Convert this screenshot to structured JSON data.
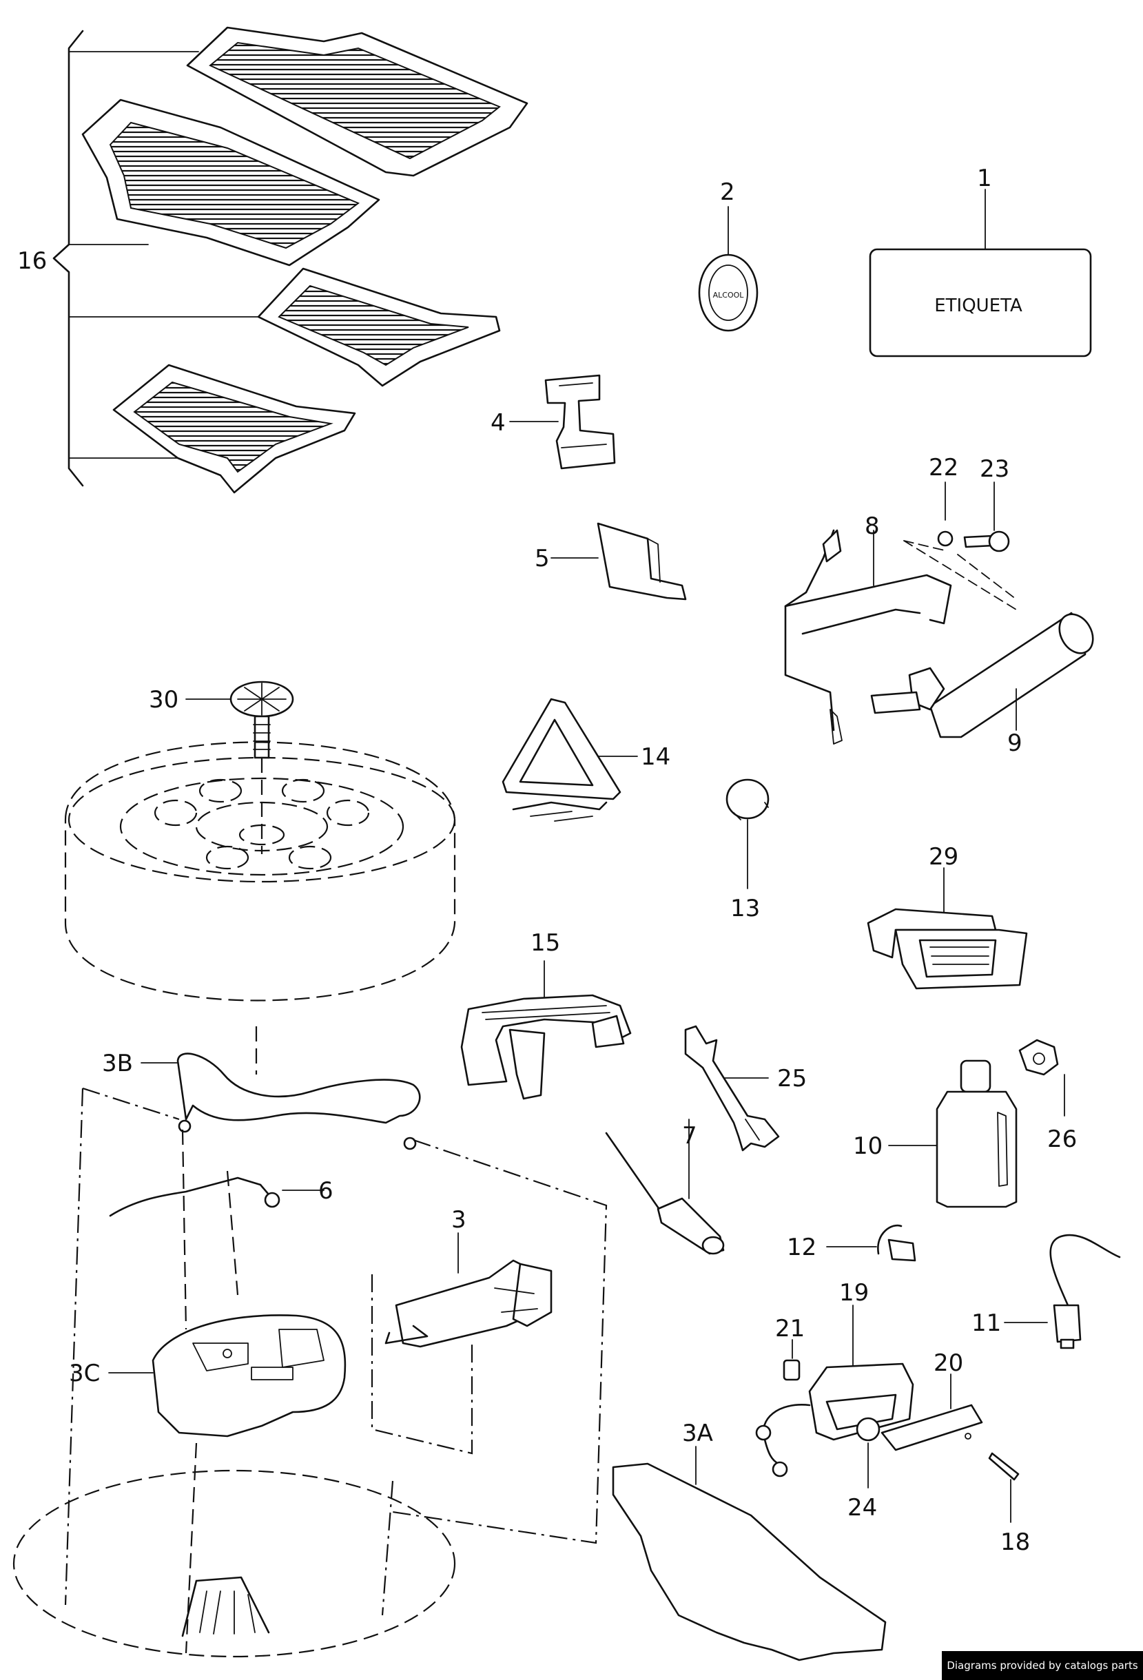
{
  "credit": "Diagrams provided by catalogs parts",
  "label_text": "ETIQUETA",
  "callouts": {
    "p1": "1",
    "p2": "2",
    "p3": "3",
    "p3a": "3A",
    "p3b": "3B",
    "p3c": "3C",
    "p4": "4",
    "p5": "5",
    "p6": "6",
    "p7": "7",
    "p8": "8",
    "p9": "9",
    "p10": "10",
    "p11": "11",
    "p12": "12",
    "p13": "13",
    "p14": "14",
    "p15": "15",
    "p16": "16",
    "p18": "18",
    "p19": "19",
    "p20": "20",
    "p21": "21",
    "p22": "22",
    "p23": "23",
    "p24": "24",
    "p25": "25",
    "p26": "26",
    "p29": "29",
    "p30": "30"
  }
}
